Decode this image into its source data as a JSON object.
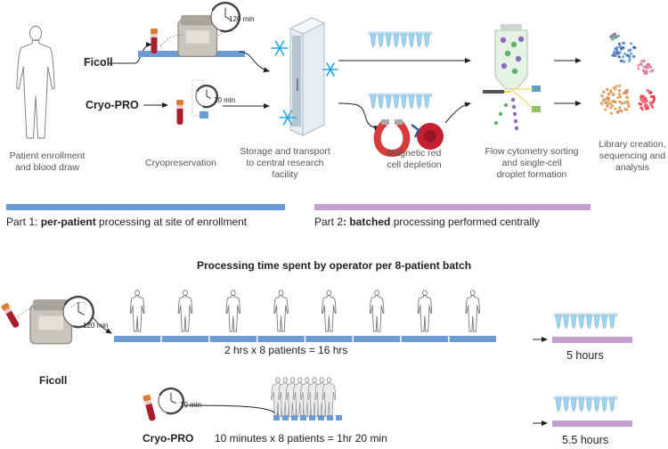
{
  "colors": {
    "blue": "#6b9bd2",
    "purple": "#c4a0d2",
    "tube_red": "#a91d2a",
    "tube_cap": "#e07a2c",
    "vial_blue": "#9fd3ee",
    "ink": "#333333",
    "silhouette": "#777777"
  },
  "icons": [
    "person-outline-icon",
    "blood-tube-icon",
    "centrifuge-icon",
    "timer-icon",
    "snowflake-icon",
    "freezer-icon",
    "vial-strip-icon",
    "magnet-icon",
    "red-blood-cell-icon",
    "flow-cytometer-icon",
    "cell-cluster-plot-icon"
  ],
  "workflow": {
    "methods": {
      "ficoll": "Ficoll",
      "cryopro": "Cryo-PRO"
    },
    "timers": {
      "ficoll": "120 min",
      "cryopro": "10 min"
    },
    "steps": [
      "Patient enrollment\nand blood draw",
      "Cryopreservation",
      "Storage and transport\nto central research\nfacility",
      "Magnetic red\ncell depletion",
      "Flow cytometry sorting\nand single-cell\ndroplet formation",
      "Library creation,\nsequencing and\nanalysis"
    ],
    "part1": {
      "prefix": "Part 1: ",
      "bold": "per-patient",
      "suffix": " processing at site of enrollment"
    },
    "part2": {
      "prefix": "Part 2",
      "bold": ": batched",
      "suffix": " processing performed centrally"
    }
  },
  "batch": {
    "title": "Processing time spent by operator per 8-patient batch",
    "patients": 8,
    "ficoll": {
      "label": "Ficoll",
      "timer": "120 min",
      "calc": "2 hrs x 8 patients = 16 hrs",
      "total": "5 hours"
    },
    "cryopro": {
      "label": "Cryo-PRO",
      "timer": "10 min",
      "calc": "10 minutes x 8 patients = 1hr 20 min",
      "total": "5.5 hours"
    }
  }
}
